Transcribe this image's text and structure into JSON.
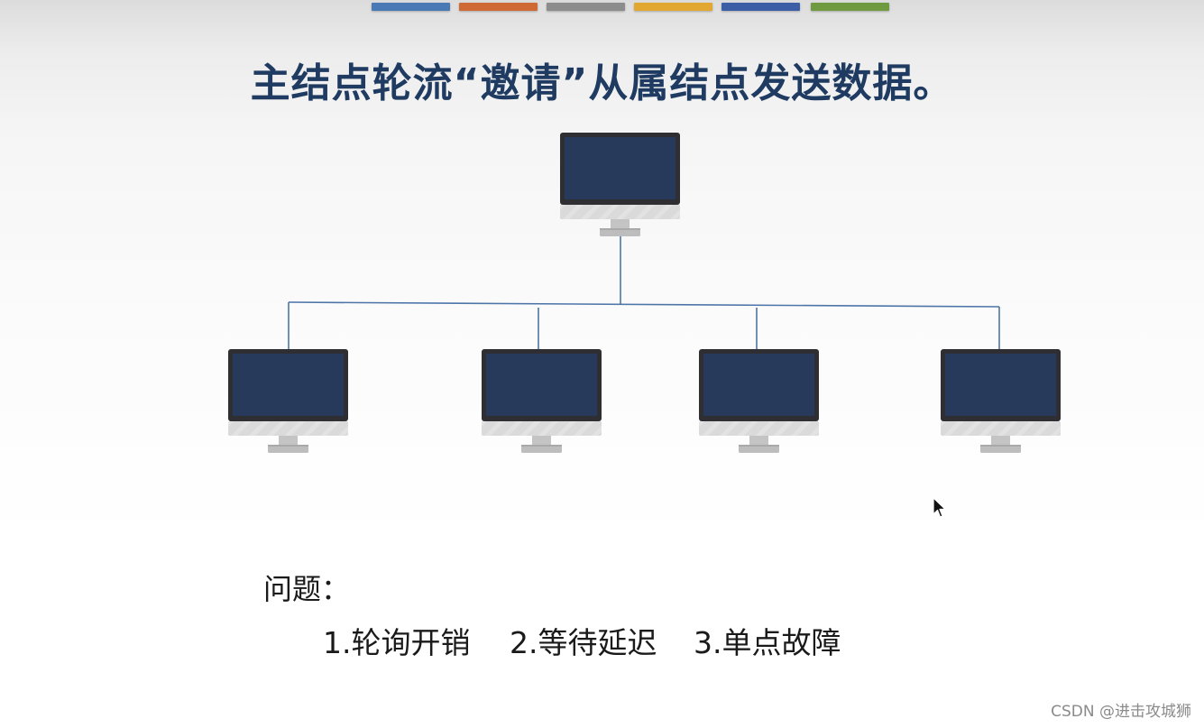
{
  "top_bar": {
    "colors": [
      "#4a7ab5",
      "#cf6a35",
      "#8c8c8c",
      "#e2a730",
      "#3c5ea6",
      "#6f9a40"
    ]
  },
  "title": "主结点轮流“邀请”从属结点发送数据。",
  "diagram": {
    "master": {
      "icon": "desktop-monitor-icon"
    },
    "slaves": [
      {
        "icon": "desktop-monitor-icon"
      },
      {
        "icon": "desktop-monitor-icon"
      },
      {
        "icon": "desktop-monitor-icon"
      },
      {
        "icon": "desktop-monitor-icon"
      }
    ],
    "colors": {
      "screen": "#283a5b",
      "bezel": "#2f2f33",
      "chin": "#d9d9d9",
      "stand": "#bdbdbd",
      "line": "#4d75a8"
    }
  },
  "problems": {
    "label": "问题：",
    "items": [
      "1.轮询开销",
      "2.等待延迟",
      "3.单点故障"
    ]
  },
  "watermark": "CSDN @进击攻城狮"
}
